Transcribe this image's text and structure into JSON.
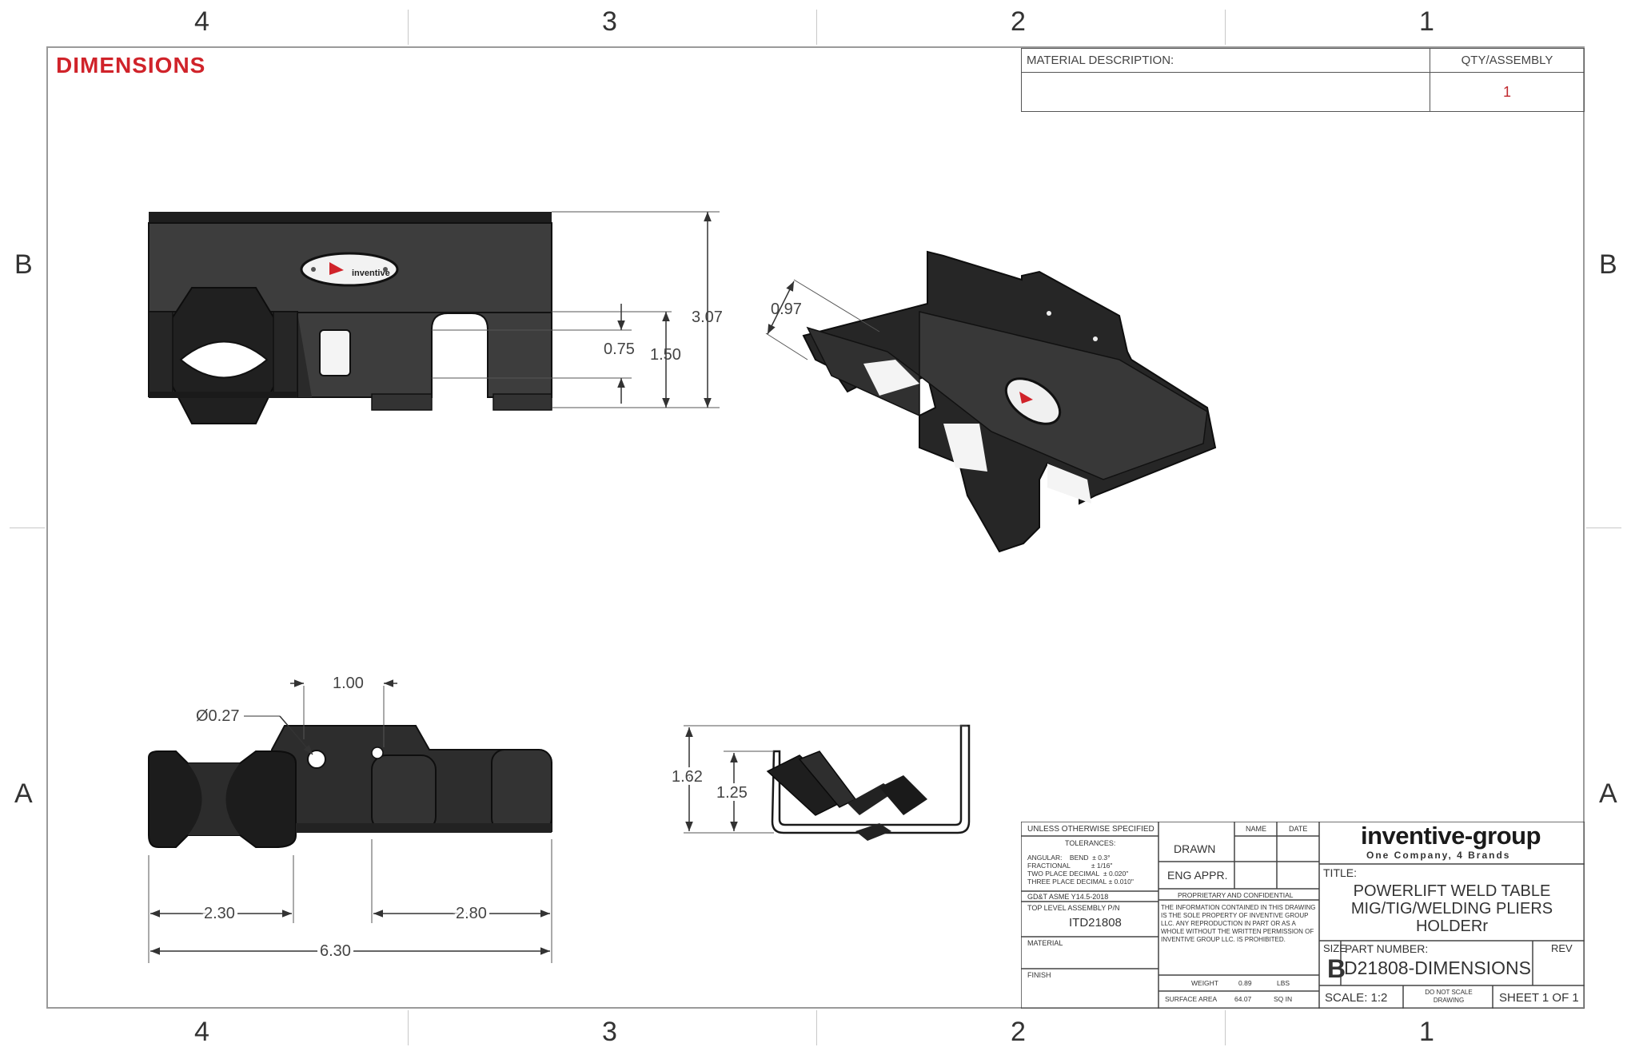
{
  "zones": {
    "top": [
      "4",
      "3",
      "2",
      "1"
    ],
    "side": [
      "B",
      "A"
    ]
  },
  "sheet_label": "DIMENSIONS",
  "bom": {
    "material_header": "MATERIAL DESCRIPTION:",
    "qty_header": "QTY/ASSEMBLY",
    "qty_value": "1"
  },
  "dimensions": {
    "front": [
      "3.07",
      "0.75",
      "1.50"
    ],
    "iso": "0.97",
    "bottom": {
      "top_width": "1.00",
      "hole": "Ø0.27",
      "left": "2.30",
      "right": "2.80",
      "overall": "6.30"
    },
    "side": [
      "1.62",
      "1.25"
    ]
  },
  "title_block": {
    "unless": "UNLESS OTHERWISE SPECIFIED",
    "tolerances": "TOLERANCES:",
    "tol_rows": [
      {
        "label": "ANGULAR:",
        "sub": "BEND",
        "val": "± 0.3°"
      },
      {
        "label": "FRACTIONAL",
        "sub": "",
        "val": "± 1/16\""
      },
      {
        "label": "TWO PLACE DECIMAL",
        "sub": "",
        "val": "± 0.020\""
      },
      {
        "label": "THREE PLACE DECIMAL",
        "sub": "",
        "val": "± 0.010\""
      }
    ],
    "gdt": "GD&T ASME Y14.5-2018",
    "top_level_label": "TOP LEVEL ASSEMBLY P/N",
    "top_level_value": "ITD21808",
    "material": "MATERIAL",
    "finish": "FINISH",
    "name_hdr": "NAME",
    "date_hdr": "DATE",
    "drawn": "DRAWN",
    "eng_appr": "ENG APPR.",
    "proprietary": "PROPRIETARY AND CONFIDENTIAL",
    "confidential_text": "THE INFORMATION CONTAINED IN THIS DRAWING IS THE SOLE PROPERTY OF INVENTIVE GROUP LLC. ANY REPRODUCTION IN PART OR AS A WHOLE WITHOUT THE WRITTEN PERMISSION OF INVENTIVE GROUP LLC. IS PROHIBITED.",
    "weight_label": "WEIGHT",
    "weight_value": "0.89",
    "weight_unit": "LBS",
    "area_label": "SURFACE AREA",
    "area_value": "64.07",
    "area_unit": "SQ IN",
    "company": "inventive-group",
    "tagline": "One Company, 4 Brands",
    "title_label": "TITLE:",
    "title_lines": [
      "POWERLIFT WELD TABLE",
      "MIG/TIG/WELDING PLIERS",
      "HOLDERr"
    ],
    "size_label": "SIZE",
    "size_value": "B",
    "part_label": "PART NUMBER:",
    "part_value": "D21808-DIMENSIONS",
    "rev_label": "REV",
    "scale": "SCALE: 1:2",
    "do_not_scale": "DO NOT SCALE DRAWING",
    "sheet": "SHEET 1 OF 1"
  }
}
